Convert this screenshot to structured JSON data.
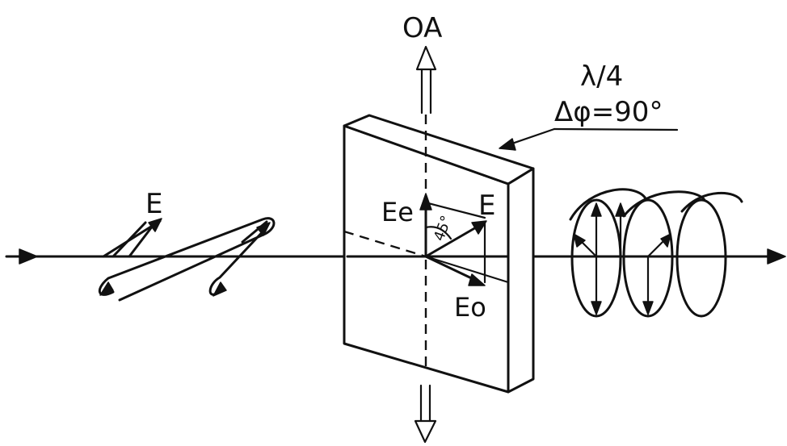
{
  "labels": {
    "optic_axis": "OA",
    "plate_type": "λ/4",
    "phase_shift": "Δφ=90°",
    "incident_field": "E",
    "extraordinary_component": "Ee",
    "field_vector": "E",
    "angle": "45°",
    "ordinary_component": "Eo"
  },
  "colors": {
    "ink": "#111111",
    "background": "#ffffff"
  }
}
